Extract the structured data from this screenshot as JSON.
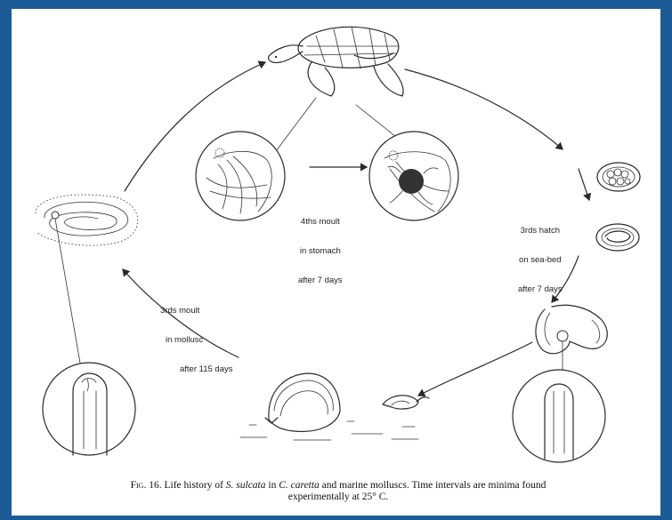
{
  "labels": {
    "moult4": [
      "4ths moult",
      "in stomach",
      "after 7 days"
    ],
    "hatch3": [
      "3rds hatch",
      "on sea-bed",
      "after 7 days"
    ],
    "moult3": [
      "3rds moult",
      "in mollusc",
      "after 115 days"
    ]
  },
  "caption": {
    "fig_no": "Fig. 16.",
    "text_a": "Life history of ",
    "species": "S. sulcata",
    "text_b": " in ",
    "host": "C. caretta",
    "text_c": " and marine molluscs. Time intervals are minima found",
    "line2": "experimentally at 25° C."
  },
  "colors": {
    "border": "#1b5c96",
    "paper": "#ffffff",
    "ink": "#2a2a2a"
  }
}
